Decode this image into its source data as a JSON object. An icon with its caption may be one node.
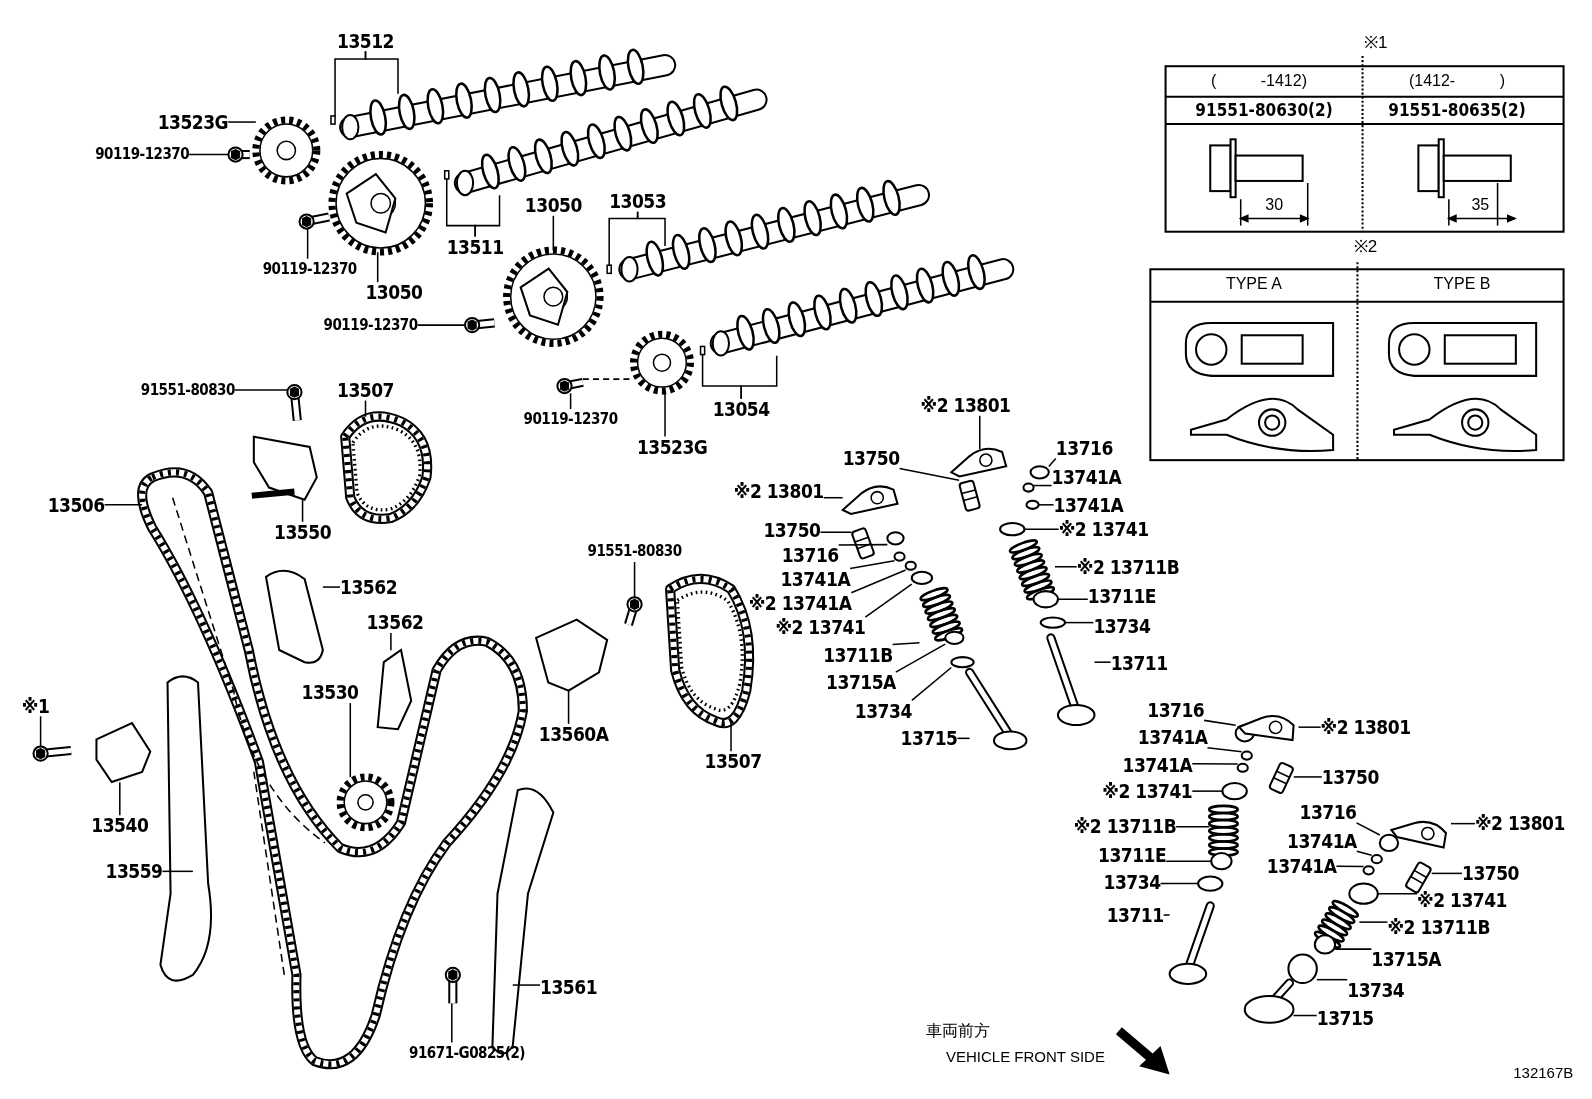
{
  "diagram": {
    "nodes": [
      {
        "text": [
          "13512"
        ]
      },
      {
        "text": [
          "13523G"
        ]
      },
      {
        "text": [
          "90119-12370"
        ]
      },
      {
        "text": [
          "13511"
        ]
      },
      {
        "text": [
          "90119-12370"
        ]
      },
      {
        "text": [
          "13050"
        ]
      },
      {
        "text": [
          "13050"
        ]
      },
      {
        "text": [
          "13053"
        ]
      },
      {
        "text": [
          "90119-12370"
        ]
      },
      {
        "text": [
          "91551-80830"
        ]
      },
      {
        "text": [
          "13507"
        ]
      },
      {
        "text": [
          "13054"
        ]
      },
      {
        "text": [
          "90119-12370"
        ]
      },
      {
        "text": [
          "13523G"
        ]
      },
      {
        "text": [
          "※2 13801"
        ]
      },
      {
        "text": [
          "13750"
        ]
      },
      {
        "text": [
          "13716"
        ]
      },
      {
        "text": [
          "13741A"
        ]
      },
      {
        "text": [
          "13741A"
        ]
      },
      {
        "text": [
          "※2 13741"
        ]
      },
      {
        "text": [
          "※2 13711B"
        ]
      },
      {
        "text": [
          "13711E"
        ]
      },
      {
        "text": [
          "13734"
        ]
      },
      {
        "text": [
          "13711"
        ]
      },
      {
        "text": [
          "13506"
        ]
      },
      {
        "text": [
          "13550"
        ]
      },
      {
        "text": [
          "※2 13801"
        ]
      },
      {
        "text": [
          "13750"
        ]
      },
      {
        "text": [
          "13716"
        ]
      },
      {
        "text": [
          "13741A"
        ]
      },
      {
        "text": [
          "※2 13741A"
        ]
      },
      {
        "text": [
          "※2 13741"
        ]
      },
      {
        "text": [
          "13711B"
        ]
      },
      {
        "text": [
          "13715A"
        ]
      },
      {
        "text": [
          "13734"
        ]
      },
      {
        "text": [
          "13715"
        ]
      },
      {
        "text": [
          "91551-80830"
        ]
      },
      {
        "text": [
          "13562"
        ]
      },
      {
        "text": [
          "13562"
        ]
      },
      {
        "text": [
          "13530"
        ]
      },
      {
        "text": [
          "13560A"
        ]
      },
      {
        "text": [
          "13507"
        ]
      },
      {
        "text": [
          "※1"
        ]
      },
      {
        "text": [
          "13540"
        ]
      },
      {
        "text": [
          "13559"
        ]
      },
      {
        "text": [
          "91671-G0825(2)"
        ]
      },
      {
        "text": [
          "13561"
        ]
      },
      {
        "text": [
          "13716"
        ]
      },
      {
        "text": [
          "※2 13801"
        ]
      },
      {
        "text": [
          "13741A"
        ]
      },
      {
        "text": [
          "13741A"
        ]
      },
      {
        "text": [
          "13750"
        ]
      },
      {
        "text": [
          "※2 13741"
        ]
      },
      {
        "text": [
          "※2 13711B"
        ]
      },
      {
        "text": [
          "13711E"
        ]
      },
      {
        "text": [
          "13734"
        ]
      },
      {
        "text": [
          "13711"
        ]
      },
      {
        "text": [
          "13716"
        ]
      },
      {
        "text": [
          "※2 13801"
        ]
      },
      {
        "text": [
          "13741A"
        ]
      },
      {
        "text": [
          "13741A"
        ]
      },
      {
        "text": [
          "13750"
        ]
      },
      {
        "text": [
          "※2 13741"
        ]
      },
      {
        "text": [
          "※2 13711B"
        ]
      },
      {
        "text": [
          "13715A"
        ]
      },
      {
        "text": [
          "13734"
        ]
      },
      {
        "text": [
          "13715"
        ]
      },
      {
        "text": [],
        "shape": "box"
      },
      {
        "text": [],
        "shape": "picture"
      },
      {
        "text": [],
        "shape": "picture"
      },
      {
        "text": [],
        "shape": "picture"
      },
      {
        "text": [],
        "shape": "box"
      },
      {
        "text": [],
        "shape": "picture"
      },
      {
        "text": [],
        "shape": "picture"
      },
      {
        "text": [],
        "shape": "picture"
      },
      {
        "text": [],
        "shape": "picture"
      },
      {
        "text": [],
        "shape": "box"
      },
      {
        "text": [],
        "shape": "picture"
      },
      {
        "text": [],
        "shape": "picture"
      },
      {
        "text": [],
        "shape": "picture"
      },
      {
        "text": [],
        "shape": "picture"
      },
      {
        "text": [],
        "shape": "box"
      },
      {
        "text": [],
        "shape": "picture"
      },
      {
        "text": [],
        "shape": "picture"
      },
      {
        "text": [],
        "shape": "picture"
      },
      {
        "text": [],
        "shape": "picture"
      },
      {
        "text": [],
        "shape": "picture"
      },
      {
        "text": [],
        "shape": "circle"
      },
      {
        "text": [],
        "shape": "circle"
      },
      {
        "text": [],
        "shape": "circle"
      },
      {
        "text": [],
        "shape": "circle"
      },
      {
        "text": [],
        "shape": "picture"
      },
      {
        "text": [],
        "shape": "circle"
      },
      {
        "text": [],
        "shape": "circle"
      },
      {
        "text": [],
        "shape": "picture"
      },
      {
        "text": [],
        "shape": "picture"
      },
      {
        "text": [],
        "shape": "picture"
      },
      {
        "text": [],
        "shape": "picture"
      },
      {
        "text": [],
        "shape": "picture"
      },
      {
        "text": [],
        "shape": "circle"
      },
      {
        "text": [],
        "shape": "circle"
      },
      {
        "text": [],
        "shape": "circle"
      },
      {
        "text": [],
        "shape": "circle"
      },
      {
        "text": [],
        "shape": "picture"
      },
      {
        "text": [],
        "shape": "circle"
      },
      {
        "text": [],
        "shape": "circle"
      },
      {
        "text": [],
        "shape": "picture"
      },
      {
        "text": [],
        "shape": "picture"
      },
      {
        "text": [],
        "shape": "picture"
      },
      {
        "text": [],
        "shape": "picture"
      },
      {
        "text": [],
        "shape": "picture"
      },
      {
        "text": [],
        "shape": "picture"
      },
      {
        "text": [],
        "shape": "picture"
      },
      {
        "text": [],
        "shape": "picture"
      },
      {
        "text": [],
        "shape": "picture"
      },
      {
        "text": [],
        "shape": "picture"
      },
      {
        "text": [],
        "shape": "picture"
      },
      {
        "text": [],
        "shape": "picture"
      },
      {
        "text": [],
        "shape": "circle"
      },
      {
        "text": [],
        "shape": "picture"
      },
      {
        "text": [],
        "shape": "circle"
      },
      {
        "text": [],
        "shape": "circle"
      },
      {
        "text": [],
        "shape": "picture"
      },
      {
        "text": [],
        "shape": "circle"
      },
      {
        "text": [],
        "shape": "picture"
      },
      {
        "text": [],
        "shape": "circle"
      },
      {
        "text": [],
        "shape": "circle"
      },
      {
        "text": [],
        "shape": "picture"
      },
      {
        "text": [],
        "shape": "circle"
      },
      {
        "text": [],
        "shape": "picture"
      },
      {
        "text": [],
        "shape": "circle"
      },
      {
        "text": [],
        "shape": "circle"
      },
      {
        "text": [],
        "shape": "picture"
      },
      {
        "text": [],
        "shape": "circle"
      },
      {
        "text": [],
        "shape": "picture"
      },
      {
        "text": [],
        "shape": "circle"
      },
      {
        "text": [],
        "shape": "circle"
      },
      {
        "text": [],
        "shape": "picture"
      }
    ],
    "edges": [
      {
        "from": 0,
        "to": 67,
        "arrow": "none"
      },
      {
        "from": 0,
        "to": 68,
        "arrow": "none"
      },
      {
        "from": 1,
        "to": 69,
        "arrow": "none"
      },
      {
        "from": 2,
        "to": 70,
        "arrow": "none"
      },
      {
        "from": 3,
        "to": 71,
        "arrow": "none"
      },
      {
        "from": 3,
        "to": 72,
        "arrow": "none"
      },
      {
        "from": 4,
        "to": 73,
        "arrow": "none"
      },
      {
        "from": 5,
        "to": 74,
        "arrow": "none"
      },
      {
        "from": 6,
        "to": 75,
        "arrow": "none"
      },
      {
        "from": 7,
        "to": 76,
        "arrow": "none"
      },
      {
        "from": 7,
        "to": 77,
        "arrow": "none"
      },
      {
        "from": 8,
        "to": 78,
        "arrow": "none"
      },
      {
        "from": 9,
        "to": 79,
        "arrow": "none"
      },
      {
        "from": 10,
        "to": 80,
        "arrow": "none"
      },
      {
        "from": 11,
        "to": 81,
        "arrow": "none"
      },
      {
        "from": 11,
        "to": 82,
        "arrow": "none"
      },
      {
        "from": 12,
        "to": 83,
        "arrow": "none"
      },
      {
        "from": 13,
        "to": 84,
        "arrow": "none"
      },
      {
        "from": 14,
        "to": 85,
        "arrow": "none"
      },
      {
        "from": 15,
        "to": 86,
        "arrow": "none"
      },
      {
        "from": 16,
        "to": 87,
        "arrow": "none"
      },
      {
        "from": 17,
        "to": 88,
        "arrow": "none"
      },
      {
        "from": 18,
        "to": 89,
        "arrow": "none"
      },
      {
        "from": 19,
        "to": 90,
        "arrow": "none"
      },
      {
        "from": 20,
        "to": 91,
        "arrow": "none"
      },
      {
        "from": 21,
        "to": 92,
        "arrow": "none"
      },
      {
        "from": 22,
        "to": 93,
        "arrow": "none"
      },
      {
        "from": 23,
        "to": 94,
        "arrow": "none"
      },
      {
        "from": 24,
        "to": 95,
        "arrow": "none"
      },
      {
        "from": 25,
        "to": 96,
        "arrow": "none"
      },
      {
        "from": 26,
        "to": 97,
        "arrow": "none"
      },
      {
        "from": 27,
        "to": 98,
        "arrow": "none"
      },
      {
        "from": 28,
        "to": 99,
        "arrow": "none"
      },
      {
        "from": 29,
        "to": 100,
        "arrow": "none"
      },
      {
        "from": 30,
        "to": 101,
        "arrow": "none"
      },
      {
        "from": 31,
        "to": 102,
        "arrow": "none"
      },
      {
        "from": 32,
        "to": 103,
        "arrow": "none"
      },
      {
        "from": 33,
        "to": 104,
        "arrow": "none"
      },
      {
        "from": 34,
        "to": 105,
        "arrow": "none"
      },
      {
        "from": 35,
        "to": 106,
        "arrow": "none"
      },
      {
        "from": 36,
        "to": 107,
        "arrow": "none"
      },
      {
        "from": 37,
        "to": 108,
        "arrow": "none"
      },
      {
        "from": 38,
        "to": 109,
        "arrow": "none"
      },
      {
        "from": 39,
        "to": 110,
        "arrow": "none"
      },
      {
        "from": 40,
        "to": 111,
        "arrow": "none"
      },
      {
        "from": 41,
        "to": 112,
        "arrow": "none"
      },
      {
        "from": 42,
        "to": 113,
        "arrow": "none"
      },
      {
        "from": 43,
        "to": 114,
        "arrow": "none"
      },
      {
        "from": 44,
        "to": 115,
        "arrow": "none"
      },
      {
        "from": 45,
        "to": 116,
        "arrow": "none"
      },
      {
        "from": 46,
        "to": 117,
        "arrow": "none"
      },
      {
        "from": 47,
        "to": 118,
        "arrow": "none"
      },
      {
        "from": 48,
        "to": 119,
        "arrow": "none"
      },
      {
        "from": 49,
        "to": 120,
        "arrow": "none"
      },
      {
        "from": 50,
        "to": 121,
        "arrow": "none"
      },
      {
        "from": 51,
        "to": 122,
        "arrow": "none"
      },
      {
        "from": 52,
        "to": 123,
        "arrow": "none"
      },
      {
        "from": 53,
        "to": 124,
        "arrow": "none"
      },
      {
        "from": 54,
        "to": 125,
        "arrow": "none"
      },
      {
        "from": 55,
        "to": 126,
        "arrow": "none"
      },
      {
        "from": 56,
        "to": 127,
        "arrow": "none"
      },
      {
        "from": 57,
        "to": 128,
        "arrow": "none"
      },
      {
        "from": 58,
        "to": 129,
        "arrow": "none"
      },
      {
        "from": 59,
        "to": 130,
        "arrow": "none"
      },
      {
        "from": 60,
        "to": 131,
        "arrow": "none"
      },
      {
        "from": 61,
        "to": 132,
        "arrow": "none"
      },
      {
        "from": 62,
        "to": 133,
        "arrow": "none"
      },
      {
        "from": 63,
        "to": 134,
        "arrow": "none"
      },
      {
        "from": 64,
        "to": 135,
        "arrow": "none"
      },
      {
        "from": 65,
        "to": 136,
        "arrow": "none"
      },
      {
        "from": 66,
        "to": 137,
        "arrow": "none"
      },
      {
        "from": 83,
        "to": 84,
        "arrow": "none",
        "style": "dashed"
      }
    ],
    "labels": [
      "※1",
      "( -1412)",
      "(1412- )",
      "91551-80630(2)",
      "91551-80635(2)",
      "30",
      "35",
      "※2",
      "TYPE A",
      "TYPE B",
      "車両前方",
      "VEHICLE FRONT SIDE",
      "132167B"
    ]
  }
}
